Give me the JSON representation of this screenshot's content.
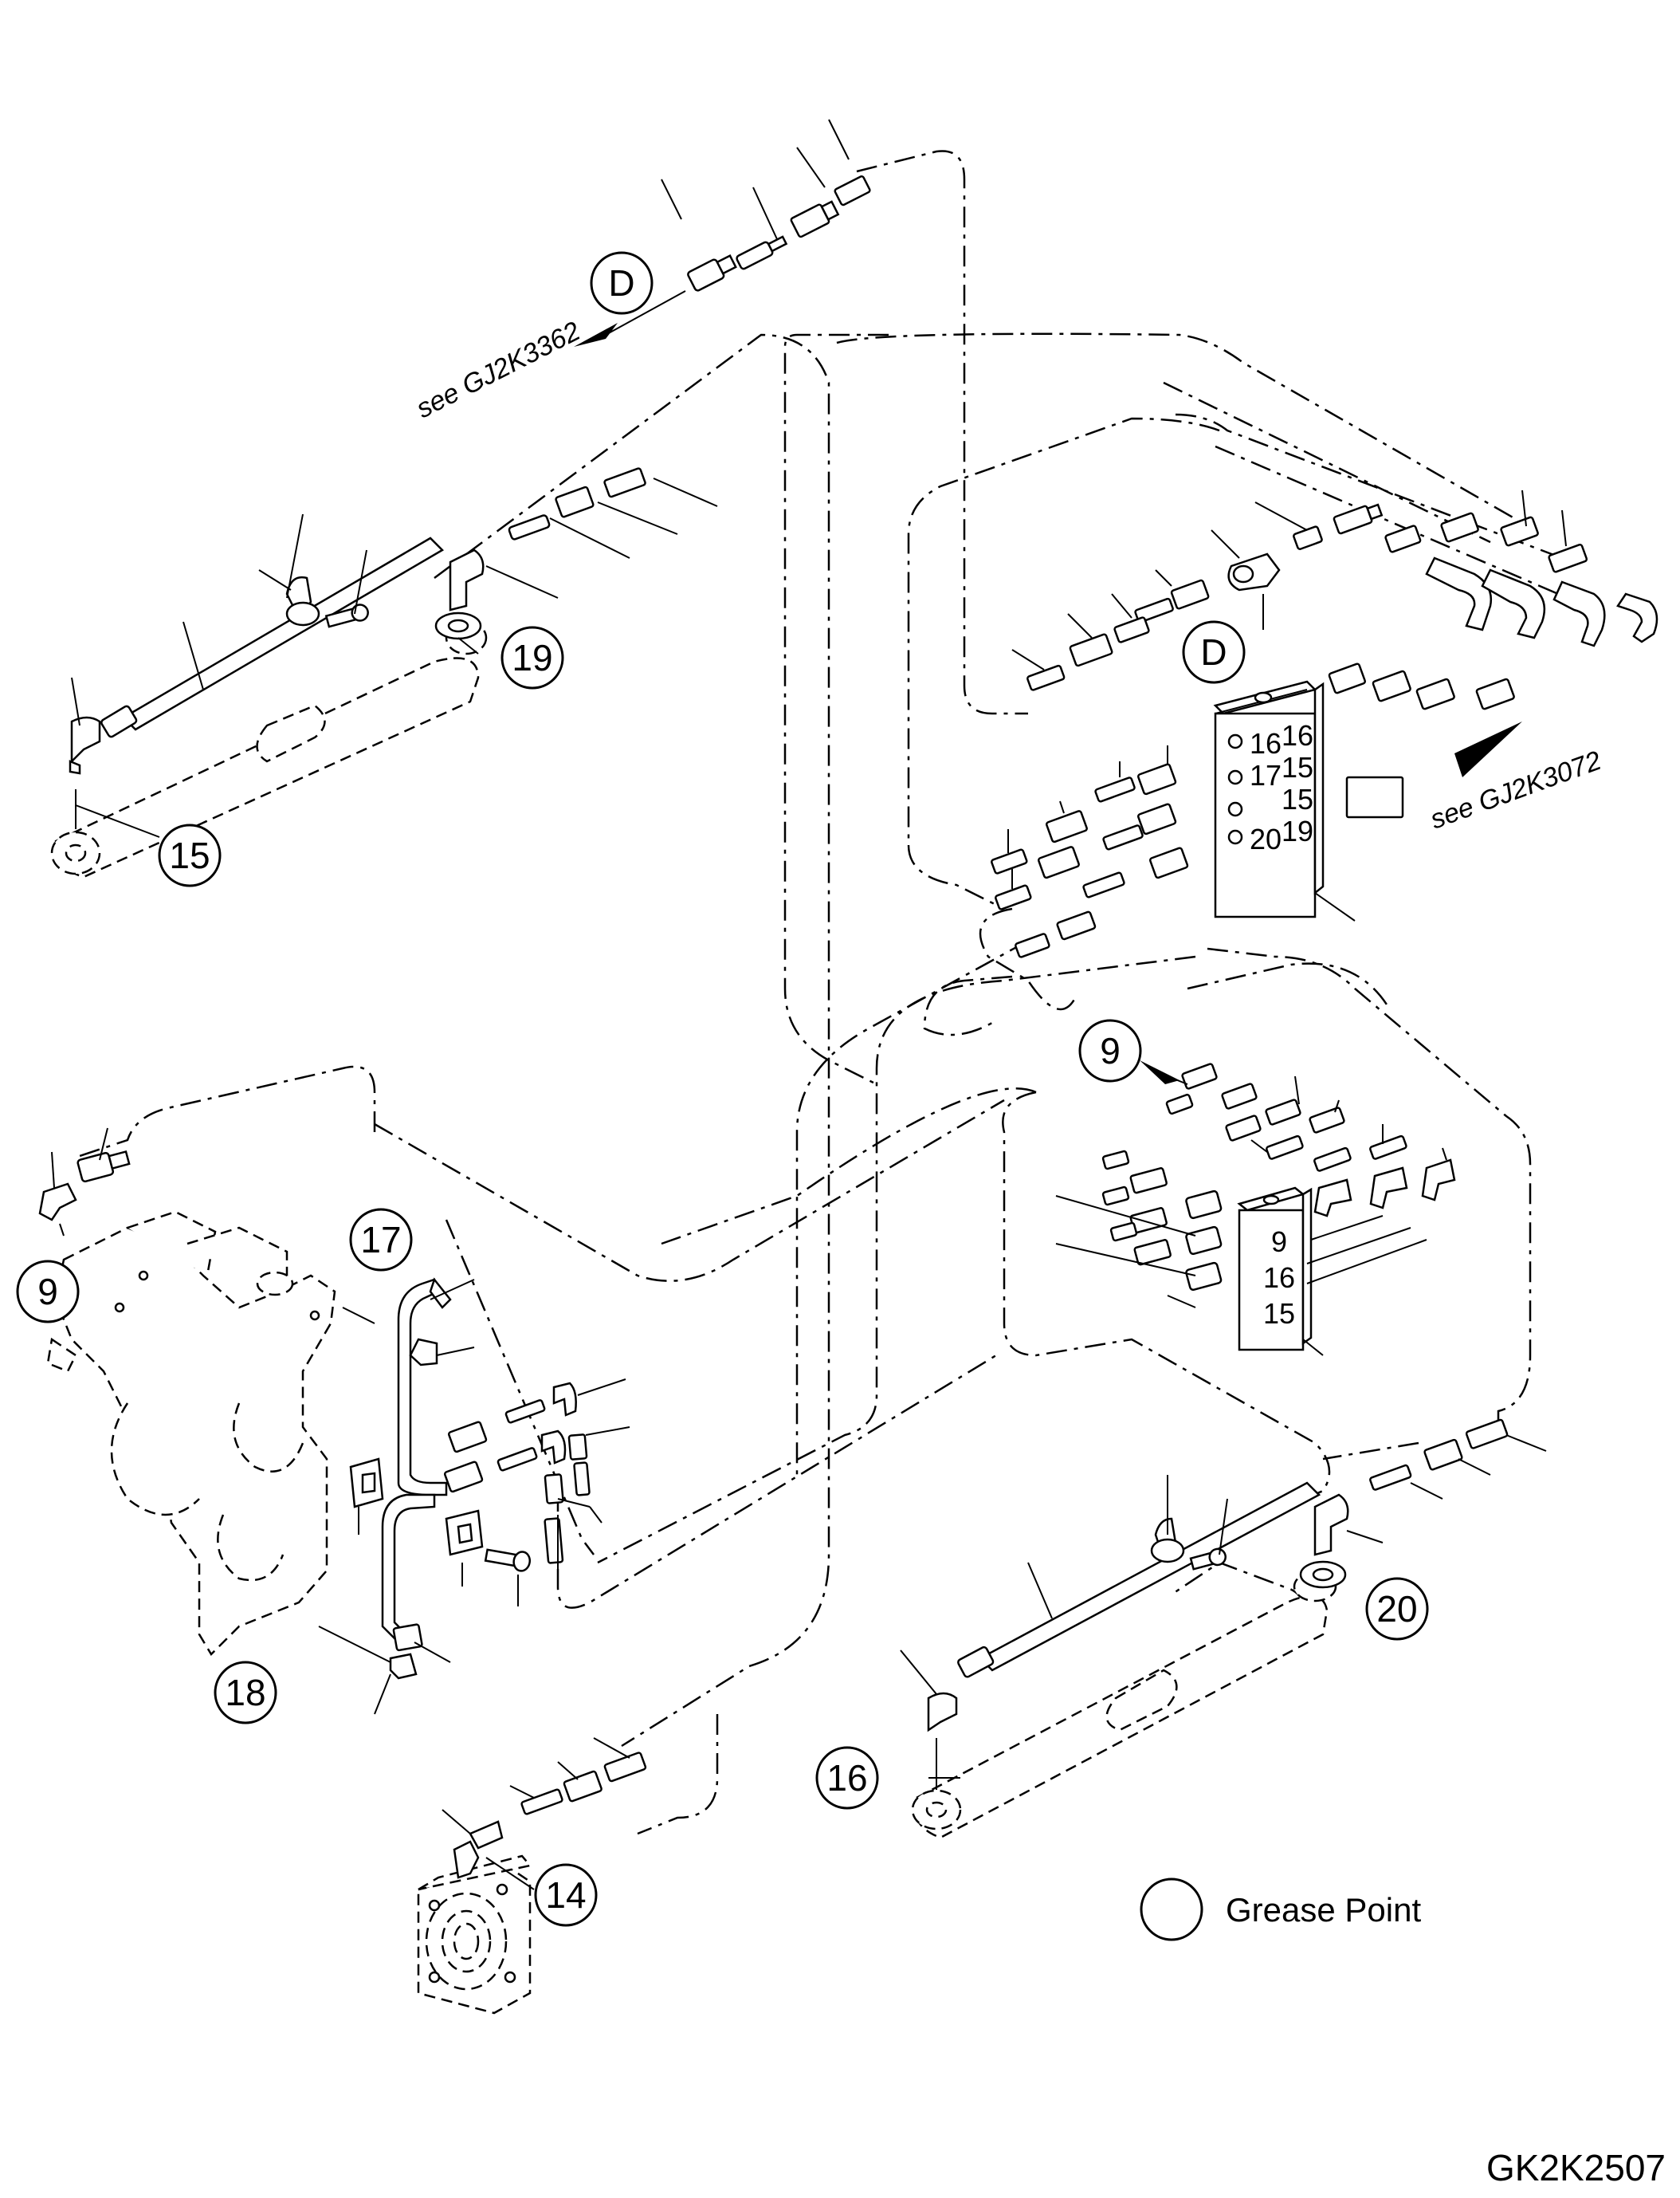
{
  "callouts": {
    "c9a": "9",
    "c9b": "9",
    "c14": "14",
    "c15": "15",
    "c16": "16",
    "c17": "17",
    "c18": "18",
    "c19": "19",
    "c20": "20",
    "cDa": "D",
    "cDb": "D"
  },
  "references": {
    "ref_top": "see GJ2K3362",
    "ref_right": "see GJ2K3072"
  },
  "distributor_main": {
    "row1_left": "16",
    "row1_right": "16",
    "row2_left": "17",
    "row2_right": "15",
    "row3_right": "15",
    "row4_left": "20",
    "row4_right": "19"
  },
  "distributor_small": {
    "row1": "9",
    "row2": "16",
    "row3": "15"
  },
  "legend": {
    "label": "Grease Point"
  },
  "drawing_code": "GK2K2507"
}
